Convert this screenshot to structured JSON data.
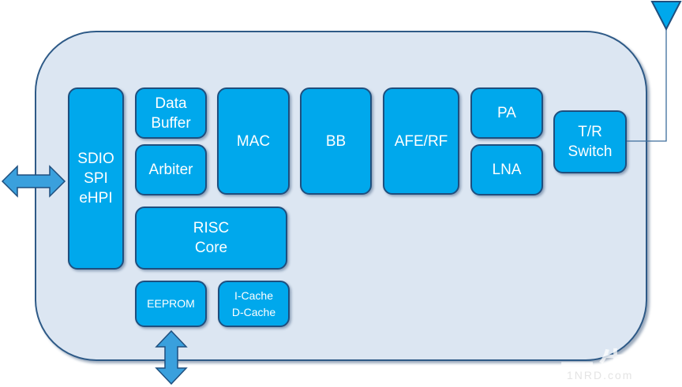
{
  "diagram": {
    "title": "Wireless SoC block diagram",
    "colors": {
      "block_fill": "#00a8ec",
      "block_border": "#1f4f7e",
      "chip_fill": "#dce6f2",
      "chip_border": "#2e5a87",
      "arrow_fill": "#3aa0dd",
      "text": "#ffffff"
    },
    "blocks": {
      "host_interface": "SDIO\nSPI\neHPI",
      "data_buffer": "Data\nBuffer",
      "arbiter": "Arbiter",
      "mac": "MAC",
      "bb": "BB",
      "afe_rf": "AFE/RF",
      "pa": "PA",
      "lna": "LNA",
      "tr_switch": "T/R\nSwitch",
      "risc_core": "RISC\nCore",
      "eeprom": "EEPROM",
      "cache": "I-Cache\nD-Cache"
    },
    "connectors": {
      "host_arrow": "bidirectional-horizontal-arrow",
      "eeprom_arrow": "bidirectional-vertical-arrow",
      "antenna": "antenna-icon"
    },
    "watermark": {
      "cn": "一牛网",
      "en": "1NRD.com"
    }
  }
}
